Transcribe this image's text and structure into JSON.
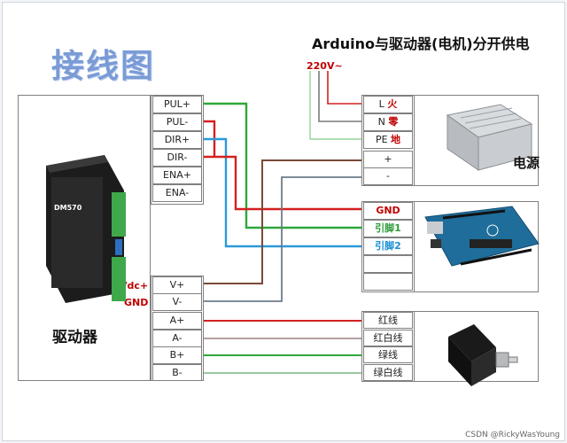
{
  "title": "接线图",
  "subtitle": "Arduino与驱动器(电机)分开供电",
  "supply_voltage": "220V~",
  "driver": {
    "label": "驱动器",
    "model": "DM570",
    "terminals_top": [
      "PUL+",
      "PUL-",
      "DIR+",
      "DIR-",
      "ENA+",
      "ENA-"
    ],
    "power_terminals": [
      "V+",
      "V-"
    ],
    "power_labels": [
      "Vdc+",
      "GND"
    ],
    "motor_terminals": [
      "A+",
      "A-",
      "B+",
      "B-"
    ]
  },
  "power_supply": {
    "label": "电源",
    "terminals": [
      "L",
      "N",
      "PE",
      "+",
      "-"
    ],
    "terminal_notes": [
      "火",
      "零",
      "地",
      "",
      ""
    ]
  },
  "arduino": {
    "terminals": [
      "GND",
      "引脚1",
      "引脚2"
    ]
  },
  "motor": {
    "wires": [
      "红线",
      "红白线",
      "绿线",
      "绿白线"
    ]
  },
  "footer": "CSDN @RickyWasYoung",
  "colors": {
    "red_wire": "#d42020",
    "green_wire": "#2ea83a",
    "blue_wire": "#2a9ad8",
    "brown_wire": "#7a4a36",
    "gray_wire": "#7a7a7a",
    "title_blue": "#7a9bd6"
  }
}
